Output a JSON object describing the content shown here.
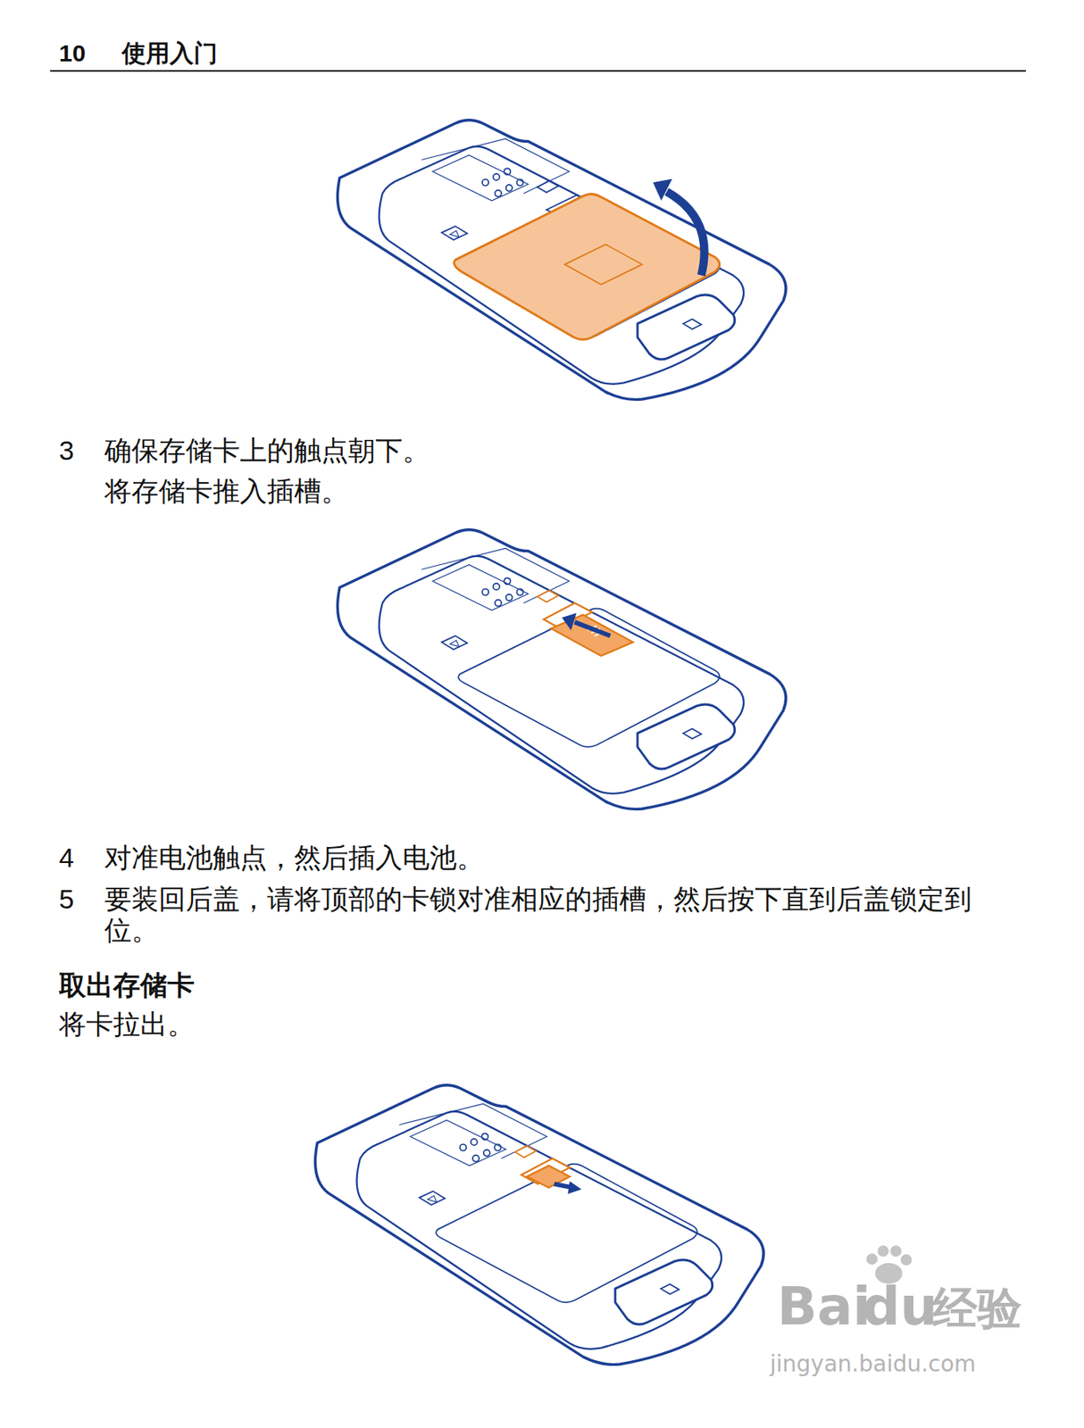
{
  "diagram": {
    "title": "使用入门",
    "labels": [
      "10",
      "3",
      "确保存储卡上的触点朝下。",
      "将存储卡推入插槽。",
      "4",
      "对准电池触点，然后插入电池。",
      "5",
      "要装回后盖，请将顶部的卡锁对准相应的插槽，然后按下直到后盖锁定到位。",
      "取出存储卡",
      "将卡拉出。",
      "Bai",
      "du",
      "经验",
      "jingyan.baidu.com"
    ]
  }
}
